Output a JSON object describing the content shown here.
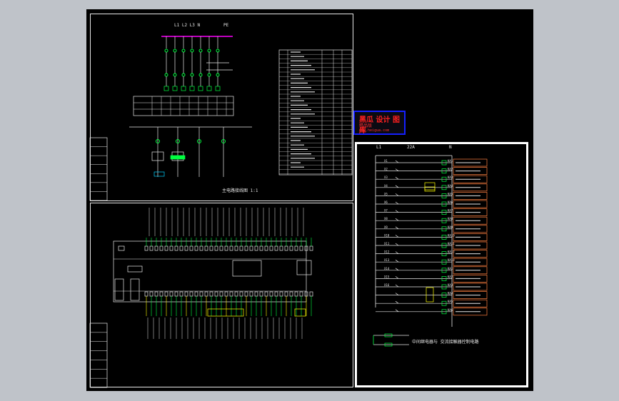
{
  "stamp": {
    "title": "黑瓜 设计 图库",
    "subtitle": "精品版",
    "url": "www.heigua.com"
  },
  "sheet_top_left": {
    "caption": "主电路接线图 1:1",
    "bus_label_left": "L1 L2 L3 N",
    "bus_label_right": "PE"
  },
  "sheet_right": {
    "top_labels": [
      "L1",
      "22A",
      "N"
    ],
    "footer_note": "中间继电器与 交流接触器控制电路",
    "coil_labels": [
      "KA1",
      "KA2",
      "KA3",
      "KA4",
      "KA5",
      "KA6",
      "KA7",
      "KA8",
      "KA9",
      "KA10",
      "KA11",
      "KA12",
      "KA13"
    ],
    "rung_labels": [
      "X1",
      "X2",
      "X3",
      "X4",
      "X5",
      "X6",
      "X7",
      "X8",
      "X9",
      "X10",
      "X11",
      "X12",
      "X13",
      "X14",
      "X15",
      "X16"
    ]
  },
  "colors": {
    "frame": "#e8e8e8",
    "bus": "#ff00ff",
    "component": "#00ff40",
    "wire": "#e8e8e8",
    "cable": "#ffff00",
    "device_box": "#00d0ff",
    "note_red": "#ff3030",
    "desc_box": "#ff8040",
    "stamp_border": "#1520ff"
  }
}
